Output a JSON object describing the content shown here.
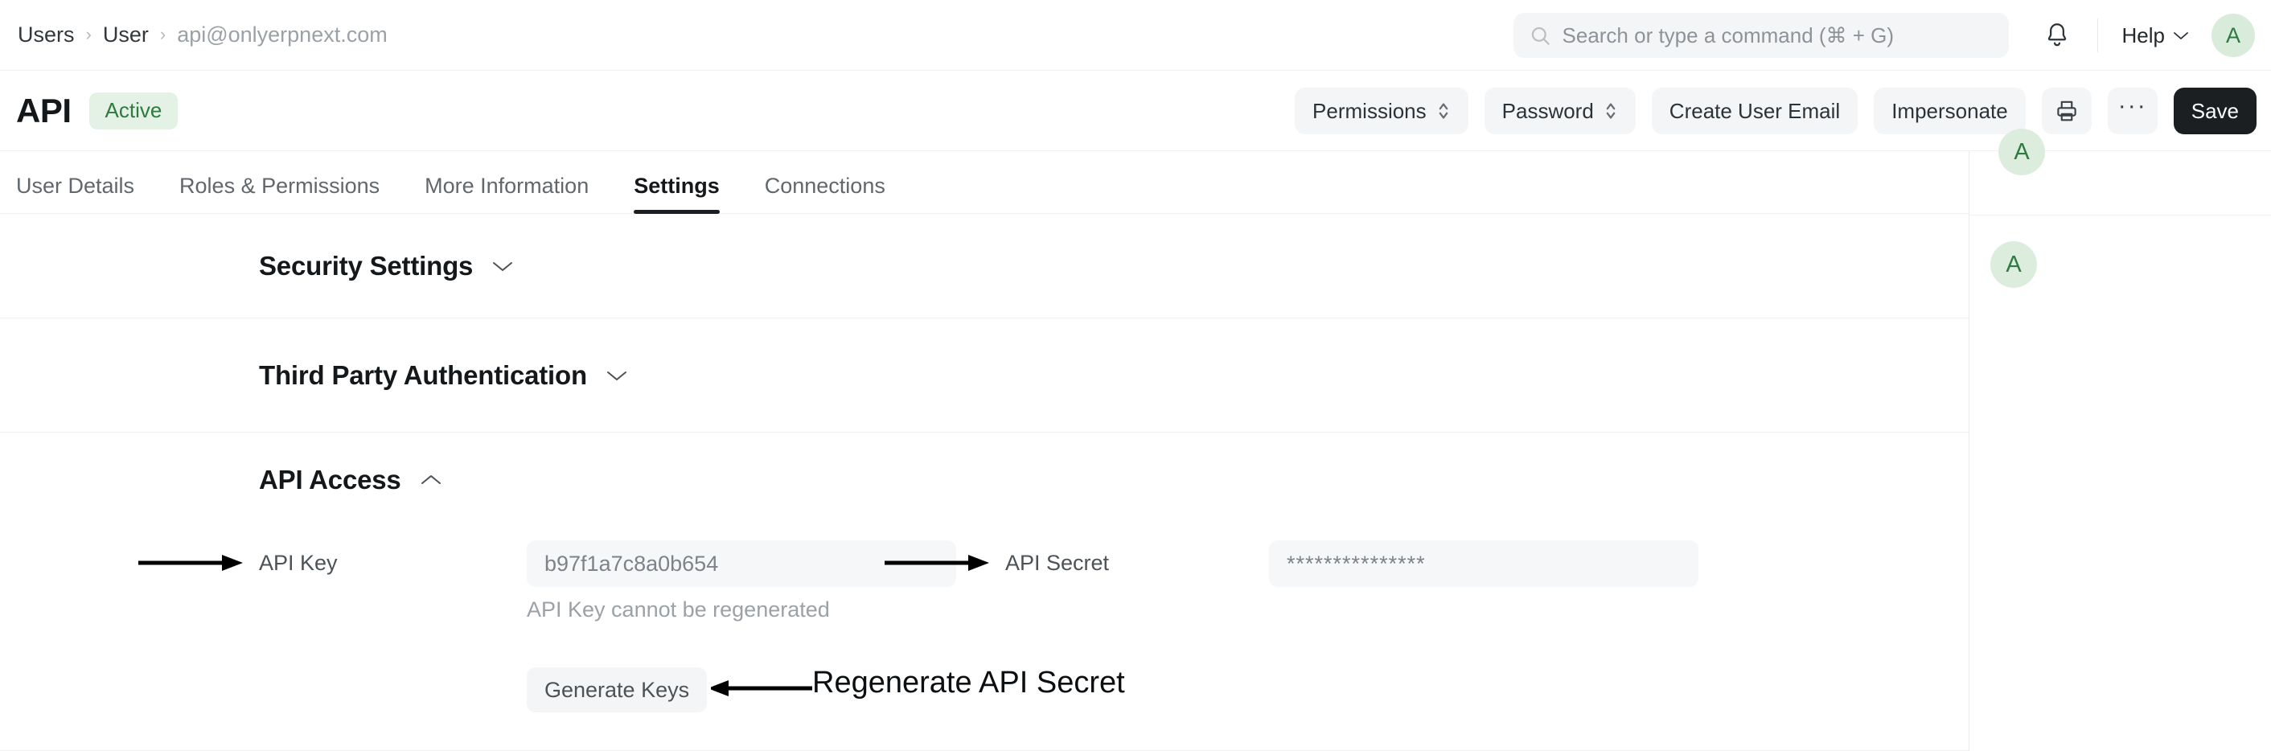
{
  "topbar": {
    "breadcrumb": [
      {
        "label": "Users",
        "muted": false
      },
      {
        "label": "User",
        "muted": false
      },
      {
        "label": "api@onlyerpnext.com",
        "muted": true
      }
    ],
    "separator": "›",
    "search": {
      "placeholder": "Search or type a command (⌘ + G)",
      "value": "",
      "icon": "search-icon"
    },
    "notifications_icon": "bell-icon",
    "help_label": "Help",
    "help_chevron_icon": "chevron-down-icon",
    "avatar_initial": "A"
  },
  "page": {
    "title": "API",
    "status_badge": "Active",
    "actions": [
      {
        "label": "Permissions",
        "icon": "up-down-chevron-icon",
        "style": "default"
      },
      {
        "label": "Password",
        "icon": "up-down-chevron-icon",
        "style": "default"
      },
      {
        "label": "Create User Email",
        "icon": null,
        "style": "default"
      },
      {
        "label": "Impersonate",
        "icon": null,
        "style": "default"
      },
      {
        "label": "",
        "icon": "print-icon",
        "style": "icon"
      },
      {
        "label": "···",
        "icon": "more-menu-icon",
        "style": "icon"
      },
      {
        "label": "Save",
        "icon": null,
        "style": "primary"
      }
    ]
  },
  "tabs": [
    {
      "label": "User Details",
      "active": false
    },
    {
      "label": "Roles & Permissions",
      "active": false
    },
    {
      "label": "More Information",
      "active": false
    },
    {
      "label": "Settings",
      "active": true
    },
    {
      "label": "Connections",
      "active": false
    }
  ],
  "sections": [
    {
      "id": "security",
      "title": "Security Settings",
      "expanded": false,
      "chevron": "chevron-down-icon"
    },
    {
      "id": "thirdparty",
      "title": "Third Party Authentication",
      "expanded": false,
      "chevron": "chevron-down-icon"
    },
    {
      "id": "apiaccess",
      "title": "API Access",
      "expanded": true,
      "chevron": "chevron-up-icon"
    }
  ],
  "api_access": {
    "api_key": {
      "label": "API Key",
      "value": "b97f1a7c8a0b654",
      "helper_text": "API Key cannot be regenerated"
    },
    "api_secret": {
      "label": "API Secret",
      "value": "***************"
    },
    "generate_button": "Generate Keys"
  },
  "annotations": {
    "arrow_api_key": "arrow-right",
    "arrow_api_secret": "arrow-right",
    "arrow_regenerate": "arrow-left",
    "regenerate_label": "Regenerate API Secret"
  },
  "sidebar": {
    "avatars": [
      {
        "initial": "A"
      },
      {
        "initial": "A"
      }
    ]
  },
  "colors": {
    "accent_green": "#2f7a41",
    "badge_bg": "#e3f2e5",
    "primary_btn_bg": "#1b1f22",
    "field_bg": "#f6f7f8",
    "border": "#f0f0f0"
  }
}
